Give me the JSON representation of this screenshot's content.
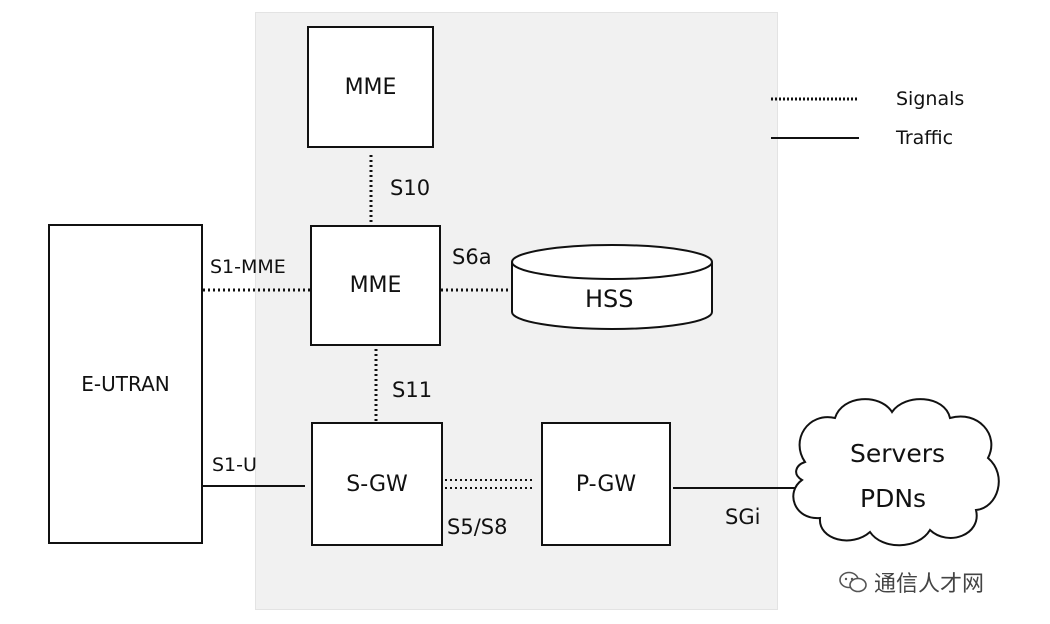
{
  "legend": {
    "signals": "Signals",
    "traffic": "Traffic"
  },
  "nodes": {
    "mme_top": "MME",
    "mme": "MME",
    "hss": "HSS",
    "eutran": "E-UTRAN",
    "sgw": "S-GW",
    "pgw": "P-GW",
    "cloud_line1": "Servers",
    "cloud_line2": "PDNs"
  },
  "interfaces": {
    "s10": "S10",
    "s1_mme": "S1-MME",
    "s6a": "S6a",
    "s11": "S11",
    "s1_u": "S1-U",
    "s5_s8": "S5/S8",
    "sgi": "SGi"
  },
  "watermark": "通信人才网",
  "colors": {
    "line": "#111111",
    "region": "#f1f1f1"
  }
}
